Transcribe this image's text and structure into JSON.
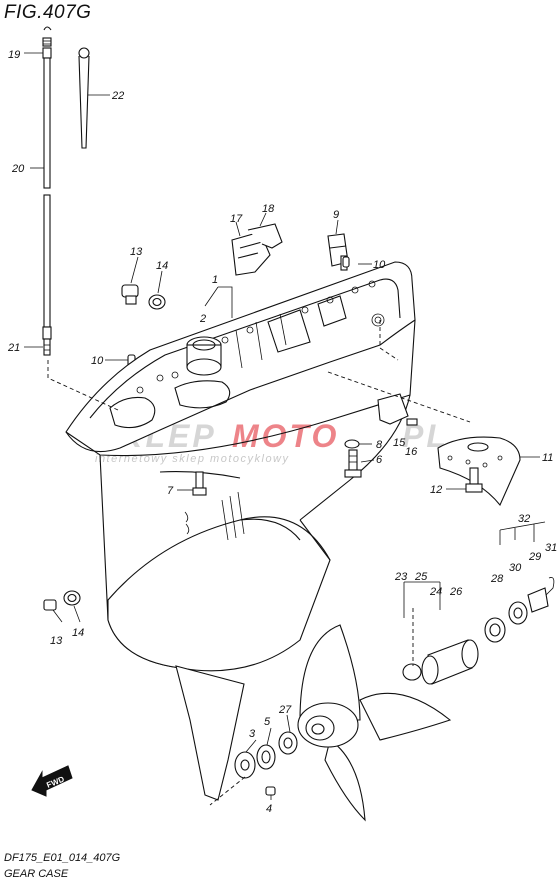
{
  "figure": {
    "title": "FIG.407G",
    "code": "DF175_E01_014_407G",
    "name": "GEAR CASE",
    "direction_label": "FWD"
  },
  "watermark": {
    "brand_a": "SKLEP",
    "brand_b": "MOTO",
    "brand_c": "PL",
    "tagline": "internetowy sklep motocyklowy",
    "colors": {
      "grey": "#b5b5b5",
      "red": "#e0202a"
    }
  },
  "callouts": [
    "19",
    "22",
    "20",
    "21",
    "13",
    "14",
    "1",
    "2",
    "17",
    "18",
    "9",
    "10",
    "10",
    "8",
    "15",
    "16",
    "6",
    "7",
    "11",
    "12",
    "32",
    "23",
    "25",
    "24",
    "26",
    "28",
    "30",
    "29",
    "31",
    "13",
    "14",
    "27",
    "3",
    "5",
    "4"
  ]
}
